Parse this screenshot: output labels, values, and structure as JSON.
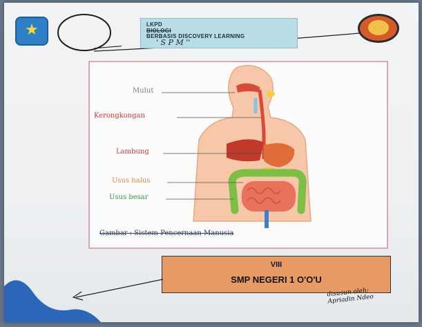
{
  "header": {
    "line1": "LKPD",
    "line2": "BIOLOGI",
    "line3": "BERBASIS DISCOVERY LEARNING",
    "handwritten": "' S    P    M      ''"
  },
  "diagram": {
    "labels": {
      "mulut": "Mulut",
      "kerongkongan": "Kerongkongan",
      "lambung": "Lambung",
      "usus_halus": "Usus halus",
      "usus_besar": "Usus besar"
    },
    "caption": "Gambar : Sistem Pencernaan Manusia"
  },
  "class_box": {
    "grade": "VIII",
    "school": "SMP NEGERI 1 O'O'U"
  },
  "signature": {
    "line1": "disusun oleh:",
    "line2": "Apriadin Ndeo"
  },
  "colors": {
    "label_gray": "#7d7d7d",
    "label_red": "#c33b3b",
    "label_orange": "#d9874b",
    "label_green": "#3f8f4a",
    "class_box_bg": "#e79a64",
    "header_box_bg": "#b9dde8"
  },
  "icons": {
    "left_logo": "tut-wuri-handayani-logo",
    "right_logo": "school-emblem-logo"
  }
}
